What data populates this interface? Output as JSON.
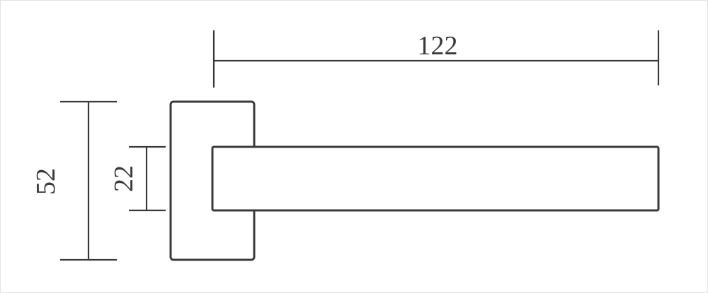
{
  "diagram": {
    "colors": {
      "line": "#3a3a3a",
      "background": "#ffffff"
    },
    "dimensions": {
      "lever_length_mm": "122",
      "rosette_height_mm": "52",
      "lever_width_mm": "22"
    }
  }
}
